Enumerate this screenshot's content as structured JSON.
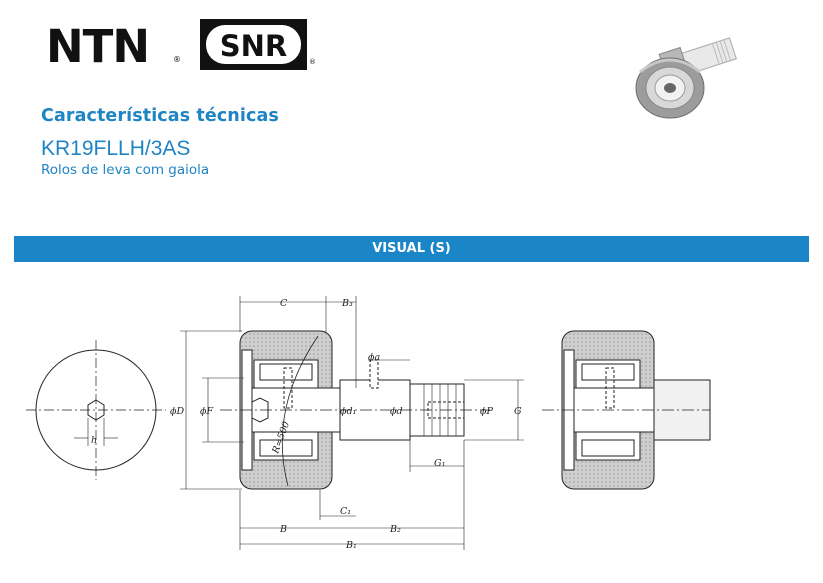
{
  "header": {
    "brand_ntn": "NTN",
    "brand_snr": "SNR",
    "registered_mark": "®"
  },
  "title": {
    "heading": "Características técnicas",
    "part_number": "KR19FLLH/3AS",
    "description": "Rolos de leva com gaiola"
  },
  "section": {
    "label": "VISUAL (S)"
  },
  "drawing": {
    "dims": {
      "C": "C",
      "B3": "B₃",
      "phi_a": "ϕa",
      "phi_D": "ϕD",
      "phi_F": "ϕF",
      "phi_d1": "ϕd₁",
      "phi_d": "ϕd",
      "phi_P": "ϕP",
      "G": "G",
      "G1": "G₁",
      "h": "h",
      "R": "R=500",
      "C1": "C₁",
      "B": "B",
      "B2": "B₂",
      "B1": "B₁"
    }
  },
  "colors": {
    "accent": "#1f84c4",
    "band": "#1a85c7",
    "ink": "#222222",
    "roller_fill": "#c9c9c9"
  }
}
